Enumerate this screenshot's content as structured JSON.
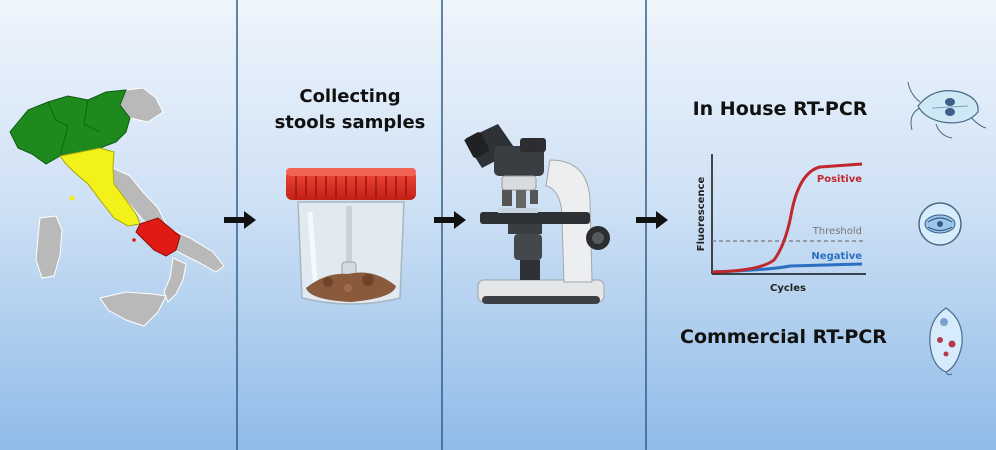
{
  "panels": {
    "sampling": {
      "title_line1": "Collecting",
      "title_line2": "stools samples"
    },
    "assays": {
      "in_house_title": "In House RT-PCR",
      "commercial_title": "Commercial RT-PCR"
    }
  },
  "pcr_chart": {
    "x_label": "Cycles",
    "y_label": "Fluorescence",
    "positive_label": "Positive",
    "threshold_label": "Threshold",
    "negative_label": "Negative"
  },
  "colors": {
    "region_north": "#1e8a1e",
    "region_center": "#f2f21a",
    "region_south": "#e01b14",
    "region_other": "#b9b9b9",
    "positive": "#c0282d",
    "negative": "#2d6fc0",
    "threshold": "#777777"
  },
  "icons": [
    "italy-map-icon",
    "stool-container-icon",
    "microscope-icon",
    "giardia-icon",
    "cryptosporidium-icon",
    "entamoeba-icon"
  ]
}
